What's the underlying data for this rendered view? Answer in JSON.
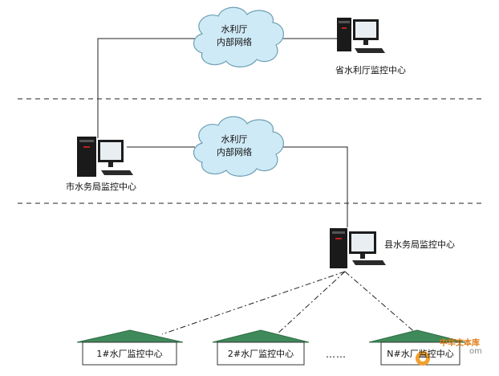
{
  "clouds": [
    {
      "line1": "水利厅",
      "line2": "内部网络"
    },
    {
      "line1": "水利厅",
      "line2": "内部网络"
    }
  ],
  "nodes": {
    "province_center": "省水利厅监控中心",
    "city_center": "市水务局监控中心",
    "county_center": "县水务局监控中心"
  },
  "plants": [
    {
      "label": "1#水厂监控中心"
    },
    {
      "label": "2#水厂监控中心"
    },
    {
      "label": "N#水厂监控中心"
    }
  ],
  "ellipsis": "……",
  "watermark": {
    "line1": "中华文本库",
    "line2": "om"
  },
  "colors": {
    "roof": "#3f8a5a",
    "cloud_fill": "#cfeaf7",
    "cloud_stroke": "#6d9fb3",
    "line": "#222222"
  }
}
